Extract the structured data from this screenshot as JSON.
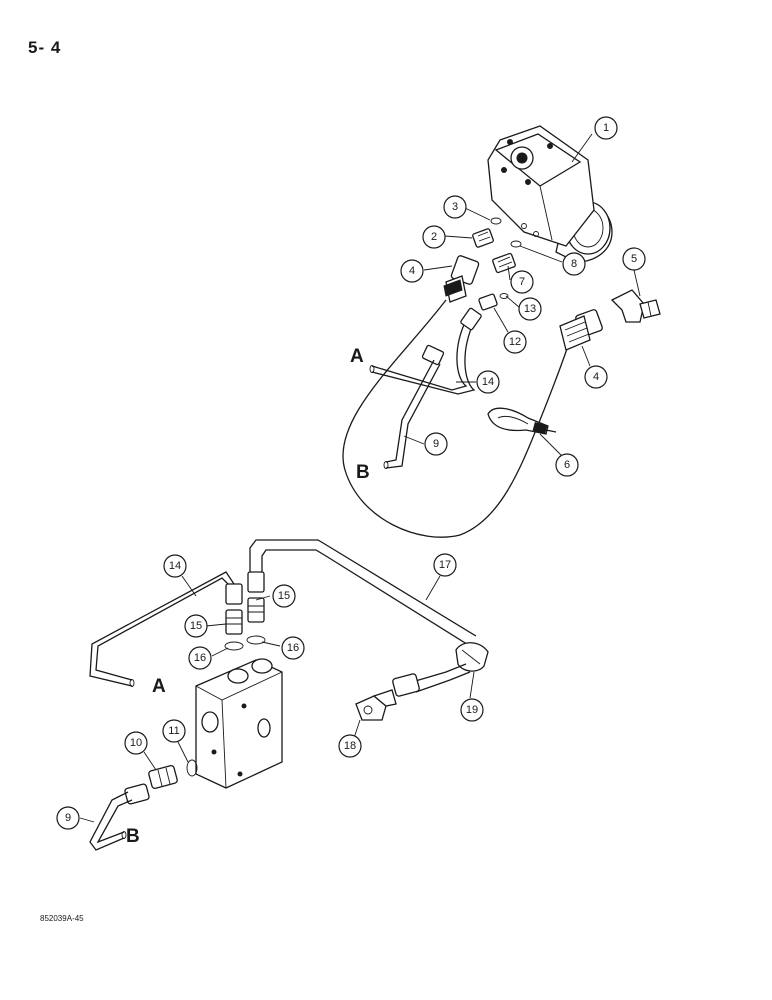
{
  "page": {
    "number": "5- 4",
    "drawing_code": "852039A-45"
  },
  "connection_labels": {
    "a": "A",
    "b": "B"
  },
  "callouts": {
    "c1": "1",
    "c2": "2",
    "c3": "3",
    "c4a": "4",
    "c4b": "4",
    "c5": "5",
    "c6": "6",
    "c7": "7",
    "c8": "8",
    "c9a": "9",
    "c9b": "9",
    "c10": "10",
    "c11": "11",
    "c12": "12",
    "c13": "13",
    "c14a": "14",
    "c14b": "14",
    "c15a": "15",
    "c15b": "15",
    "c16a": "16",
    "c16b": "16",
    "c17": "17",
    "c18": "18",
    "c19": "19"
  }
}
